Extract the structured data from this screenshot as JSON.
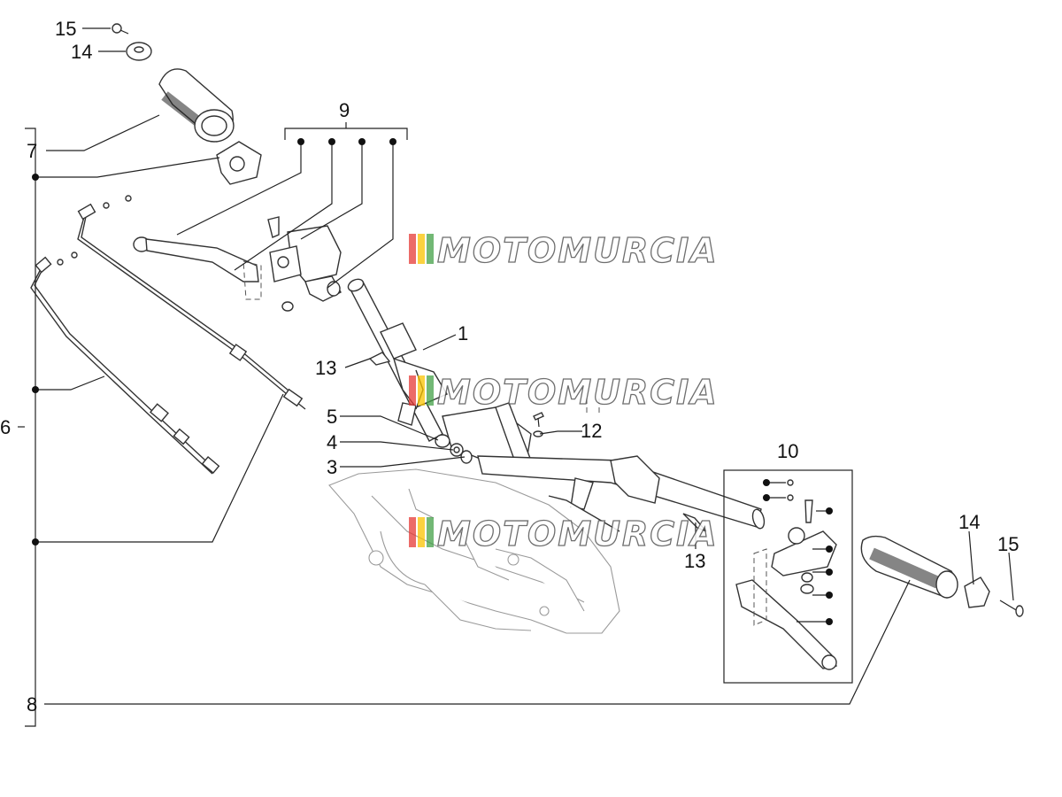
{
  "callouts": {
    "c1": "1",
    "c3": "3",
    "c4": "4",
    "c5": "5",
    "c6": "6",
    "c7": "7",
    "c8": "8",
    "c9": "9",
    "c10": "10",
    "c12": "12",
    "c13a": "13",
    "c13b": "13",
    "c14a": "14",
    "c14b": "14",
    "c15a": "15",
    "c15b": "15"
  },
  "watermark": {
    "text": "MOTOMURCIA",
    "stripe_colors": [
      "#e53935",
      "#f9c300",
      "#43a047"
    ]
  }
}
